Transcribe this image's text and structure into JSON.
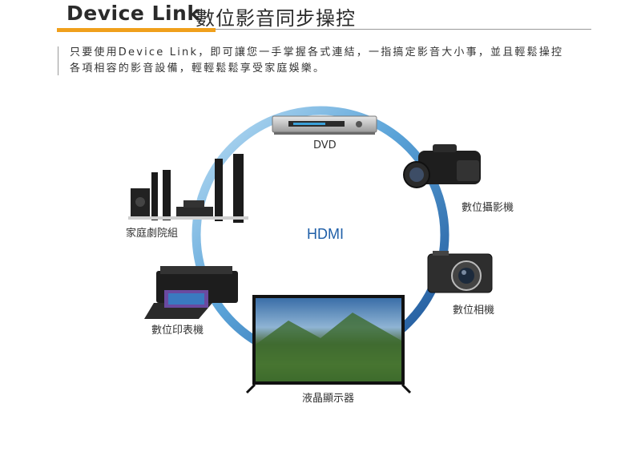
{
  "header": {
    "title_en": "Device Link",
    "title_zh": "數位影音同步操控"
  },
  "description": {
    "line1": "只要使用Device Link，即可讓您一手掌握各式連結，一指搞定影音大小事，並且輕鬆操控",
    "line2": "各項相容的影音設備，輕輕鬆鬆享受家庭娛樂。"
  },
  "diagram": {
    "center_label": "HDMI",
    "devices": {
      "dvd": "DVD",
      "camcorder": "數位攝影機",
      "home_theater": "家庭劇院組",
      "camera": "數位相機",
      "printer": "數位印表機",
      "tv": "液晶顯示器"
    }
  },
  "colors": {
    "accent_orange": "#f0a01c",
    "ring_blue": "#1f5fa8",
    "ring_light": "#a9d3ef"
  }
}
